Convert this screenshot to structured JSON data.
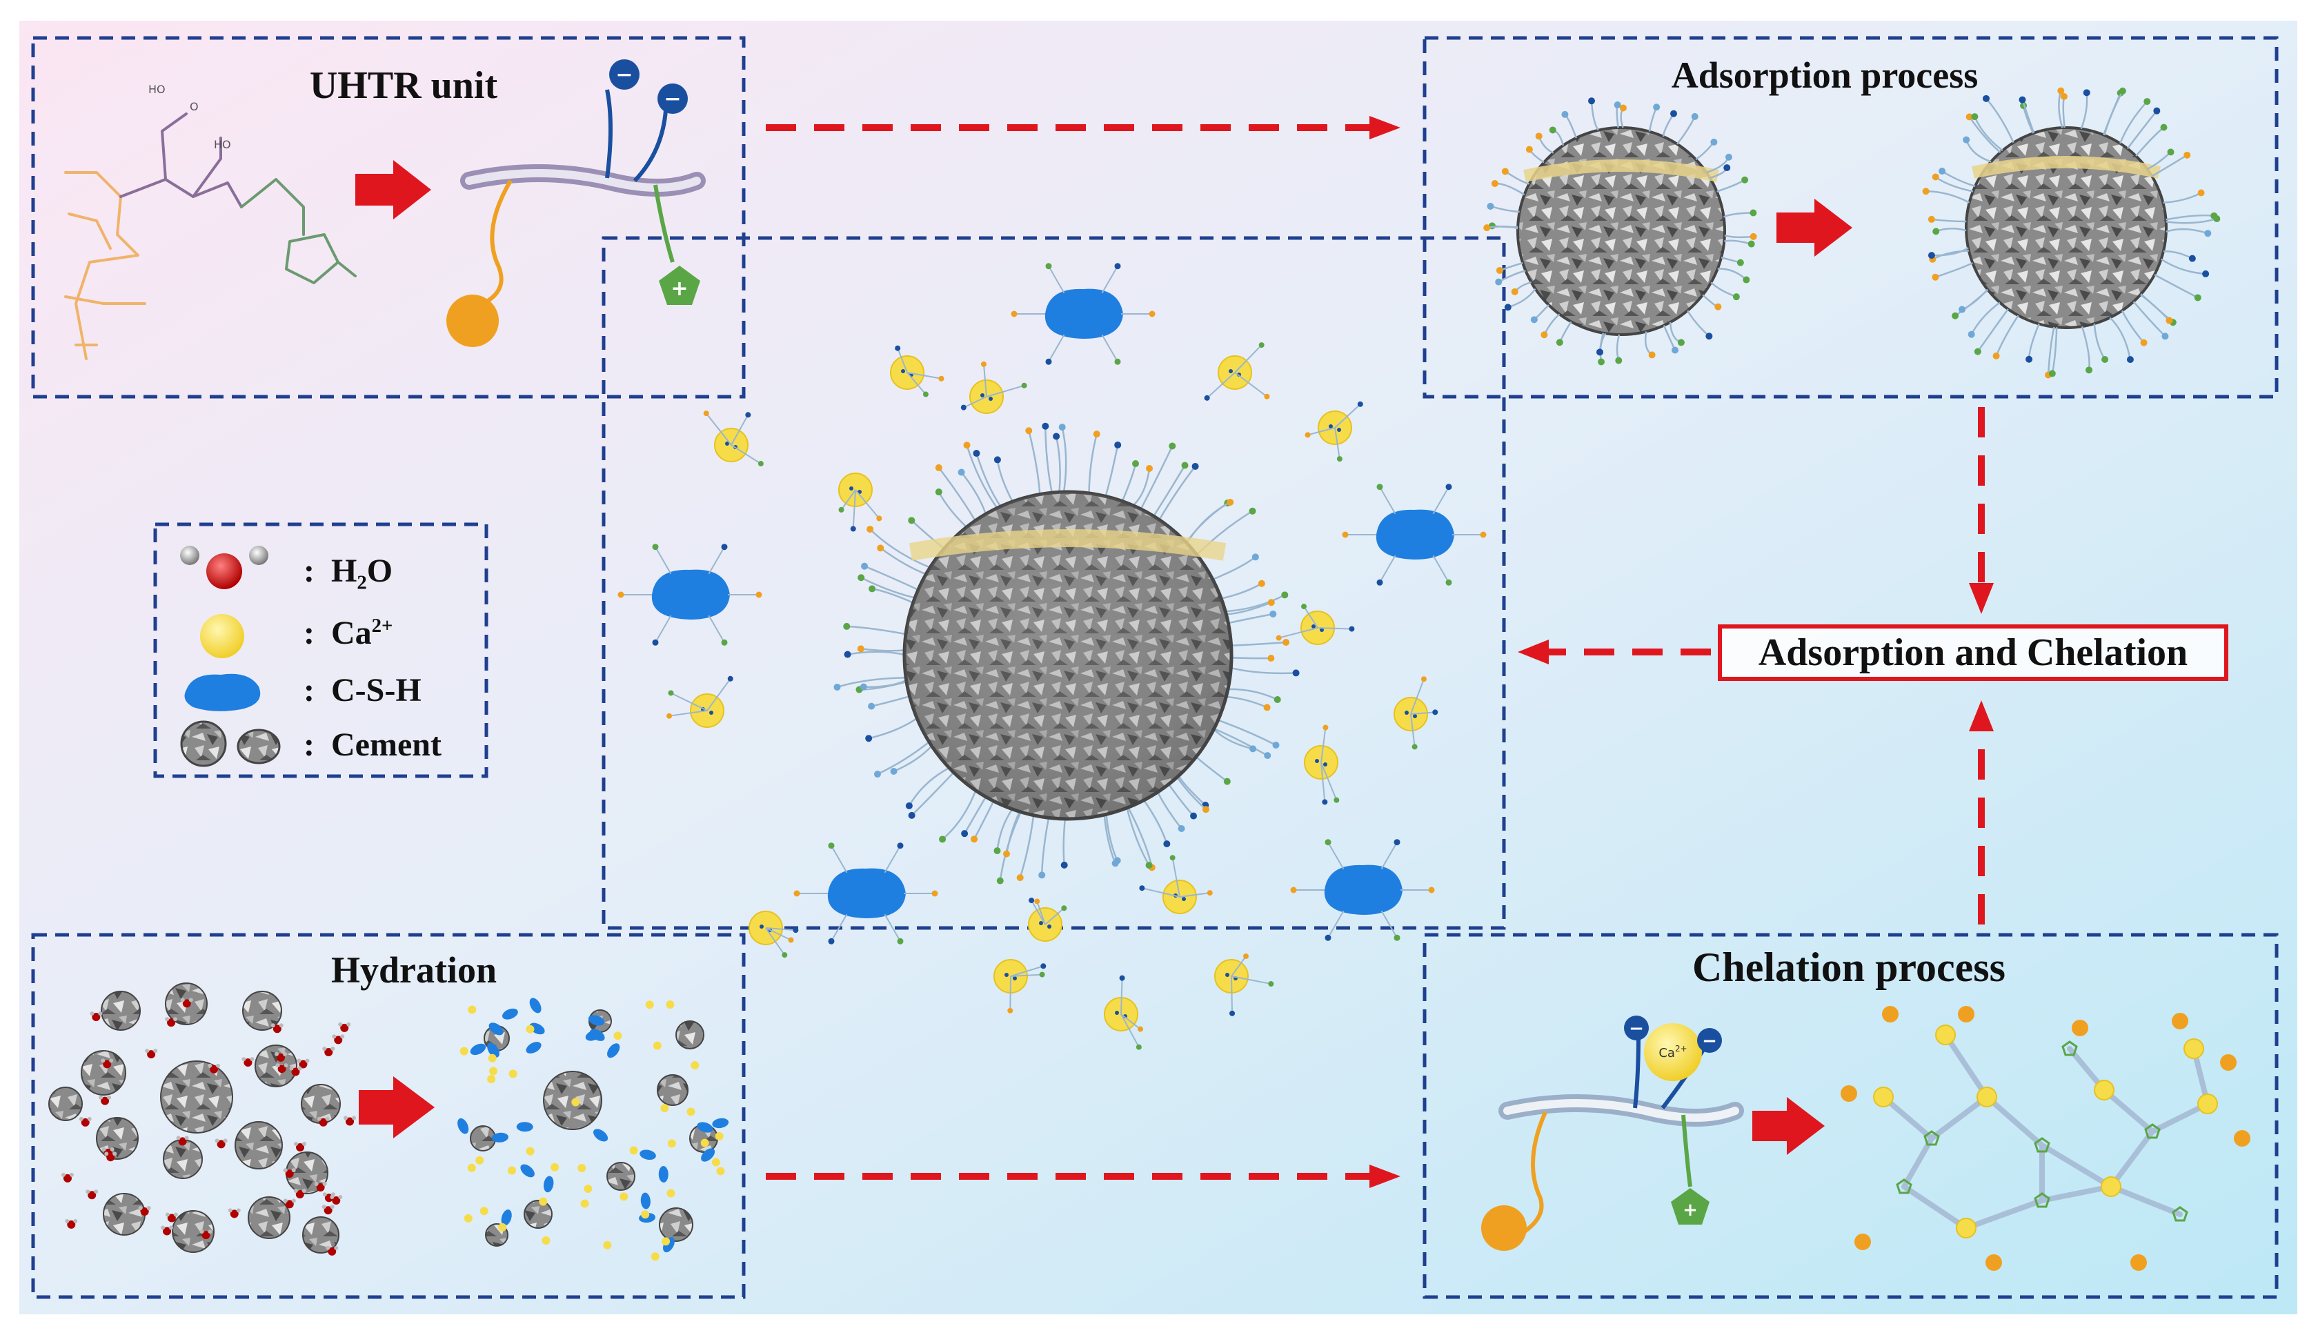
{
  "colors": {
    "frame_blue": "#1f3f8f",
    "arrow_red": "#e0161e",
    "ca_yellow": "#f7dc4a",
    "csh_blue": "#1f7fe0",
    "anchor_orange": "#f0a020",
    "cation_green": "#5aa646",
    "anion_blue": "#1a4fa0",
    "bg_pink": "#f9e6f3",
    "bg_cyan": "#bfe8f6"
  },
  "panels": {
    "uhtr_unit": {
      "title": "UHTR unit"
    },
    "adsorption": {
      "title": "Adsorption process"
    },
    "hydration": {
      "title": "Hydration"
    },
    "chelation": {
      "title": "Chelation process"
    },
    "center_label": "Adsorption and Chelation"
  },
  "legend": {
    "items": [
      {
        "icon": "water-molecule-icon",
        "symbol": ":",
        "base": "H",
        "sub": "2",
        "rest": "O",
        "sup": ""
      },
      {
        "icon": "calcium-ion-icon",
        "symbol": ":",
        "base": "Ca",
        "sub": "",
        "rest": "",
        "sup": "2+"
      },
      {
        "icon": "csh-gel-icon",
        "symbol": ":",
        "base": "C-S-H",
        "sub": "",
        "rest": "",
        "sup": ""
      },
      {
        "icon": "cement-particle-icon",
        "symbol": ":",
        "base": "Cement",
        "sub": "",
        "rest": "",
        "sup": ""
      }
    ]
  },
  "molecule_labels": {
    "cooh_top": "HO",
    "cooh_o": "O",
    "ca_small": "Ca",
    "ca_small_sup": "2+"
  },
  "icons": {
    "plus": "+",
    "minus": "−"
  }
}
